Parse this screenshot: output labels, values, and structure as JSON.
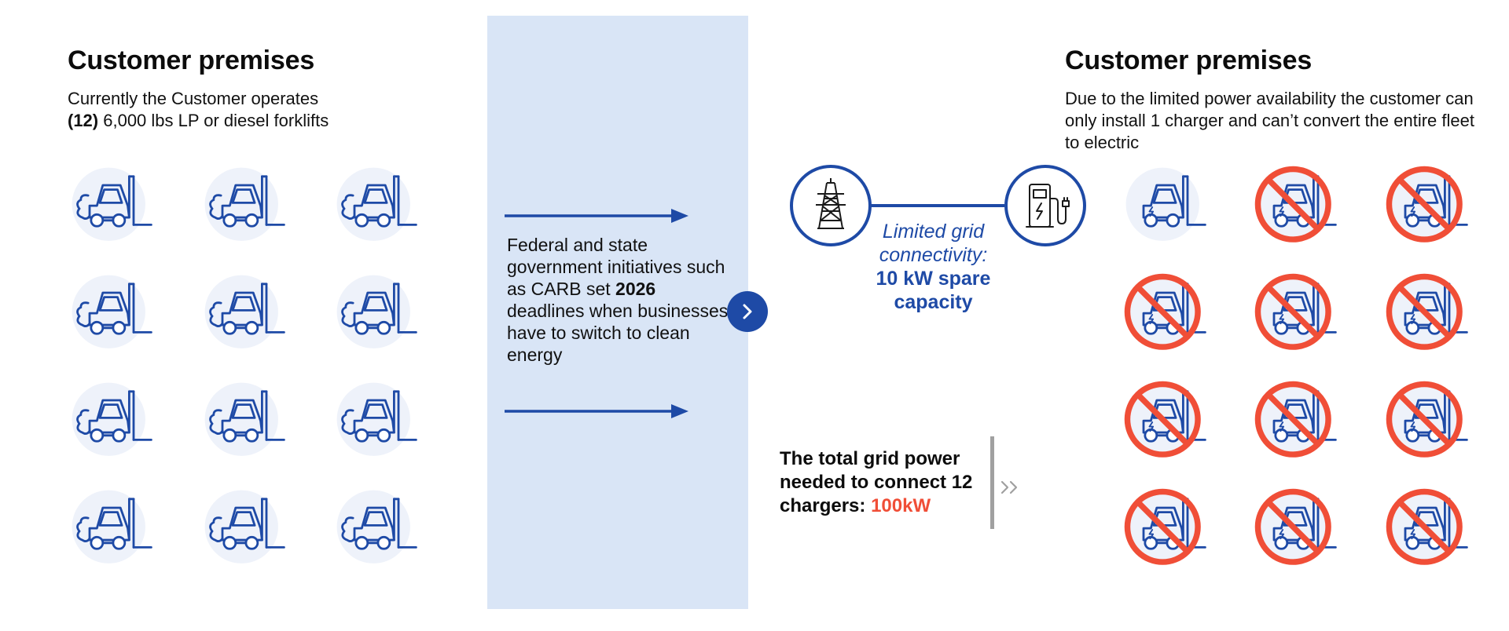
{
  "left": {
    "title": "Customer premises",
    "desc_line1": "Currently the Customer operates",
    "desc_bold": "(12)",
    "desc_line2": " 6,000 lbs LP or diesel forklifts",
    "forklift_count": 12,
    "forklift_icon": "diesel-forklift-icon"
  },
  "middle": {
    "text_before": "Federal and state government initiatives such as CARB set ",
    "text_bold": "2026",
    "text_after": " deadlines when businesses have to switch to clean energy"
  },
  "center": {
    "grid_label_italic": "Limited grid connectivity:",
    "grid_label_bold": "10 kW spare capacity",
    "total_text": "The total grid power needed to connect 12 chargers: ",
    "total_value": "100kW",
    "tower_icon": "power-tower-icon",
    "charger_icon": "ev-charger-icon"
  },
  "right": {
    "title": "Customer premises",
    "desc": "Due to the limited power availability the customer can only install 1 charger and can’t convert the entire fleet to electric",
    "forklift_count": 12,
    "allowed_count": 1,
    "forklift_icon": "electric-forklift-icon",
    "prohibited_icon": "prohibited-icon"
  },
  "colors": {
    "brand_blue": "#1e4aa6",
    "panel_bg": "#d9e5f6",
    "circle_bg": "#eef2fa",
    "prohibit_red": "#f04e37",
    "divider_gray": "#a0a0a0"
  }
}
